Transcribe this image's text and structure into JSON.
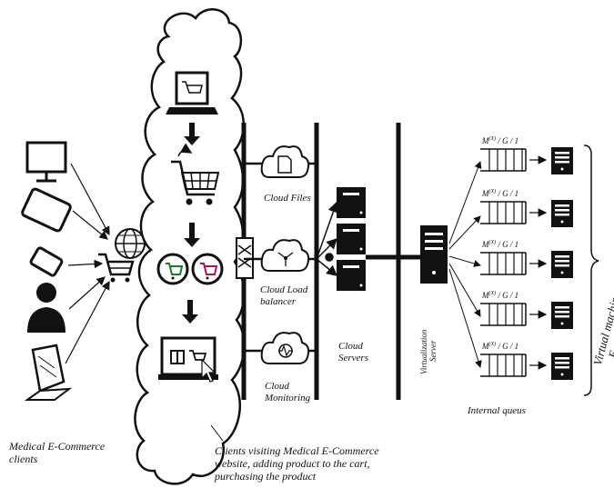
{
  "labels": {
    "clients": [
      "Medical E-Commerce",
      "clients"
    ],
    "clients_visiting": [
      "Clients visiting Medical E-Commerce",
      "website, adding product to the cart,",
      "purchasing the product"
    ],
    "cloud_files": "Cloud Files",
    "cloud_lb": [
      "Cloud Load",
      "balancer"
    ],
    "cloud_monitoring": [
      "Cloud",
      "Monitoring"
    ],
    "cloud_servers": [
      "Cloud",
      "Servers"
    ],
    "virtualization_server": [
      "Virtualization",
      "Server"
    ],
    "internal_queue": "Internal queus",
    "virtual_machines": [
      "Virtual machines for Medical",
      "E-commerce website"
    ]
  },
  "queues": [
    "M^(X) / G / 1",
    "M^(X) / G / 1",
    "M^(X) / G / 1",
    "M^(X) / G / 1",
    "M^(X) / G / 1"
  ],
  "icons": {
    "client_devices": [
      "monitor-icon",
      "tablet-icon",
      "phone-icon",
      "user-icon",
      "laptop-icon"
    ],
    "hub": "globe-cart-icon",
    "cloud_services": [
      "file-cloud-icon",
      "network-cloud-icon",
      "monitoring-cloud-icon"
    ]
  }
}
